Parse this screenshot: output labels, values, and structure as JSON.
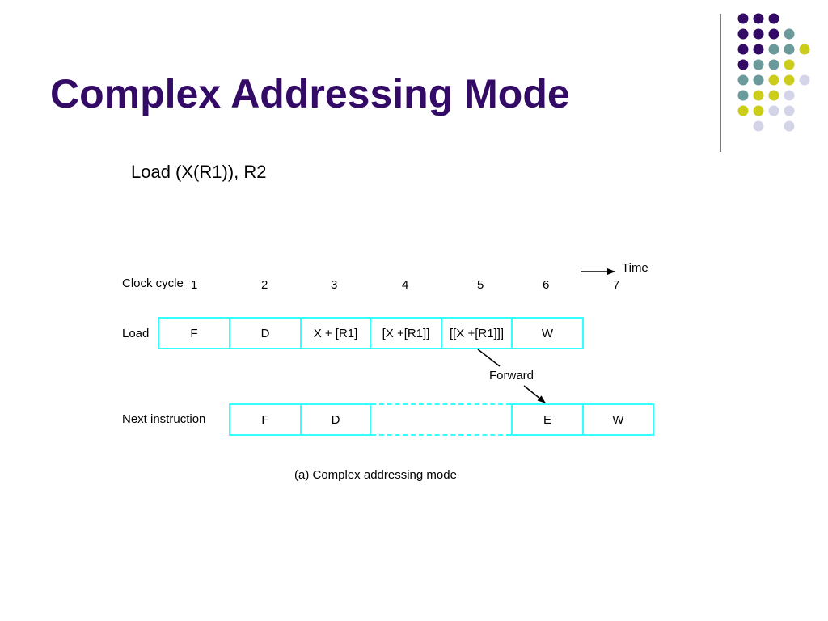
{
  "slide": {
    "title": "Complex Addressing Mode",
    "subtitle": "Load  (X(R1)), R2",
    "accent_color": "#330a66",
    "decoration_colors": [
      "#330a66",
      "#6b9a9a",
      "#cccc1a",
      "#d4d4e8"
    ]
  },
  "diagram": {
    "time_label": "Time",
    "clock_label": "Clock cycle",
    "cycles": [
      "1",
      "2",
      "3",
      "4",
      "5",
      "6",
      "7"
    ],
    "rows": [
      {
        "label": "Load",
        "stages": [
          "F",
          "D",
          "X + [R1]",
          "[X +[R1]]",
          "[[X +[R1]]]",
          "W"
        ]
      },
      {
        "label": "Next instruction",
        "stages": [
          "F",
          "D",
          "",
          "E",
          "W"
        ]
      }
    ],
    "forward_label": "Forward",
    "caption": "(a) Complex addressing mode",
    "cell_border_color": "#33ffff"
  }
}
